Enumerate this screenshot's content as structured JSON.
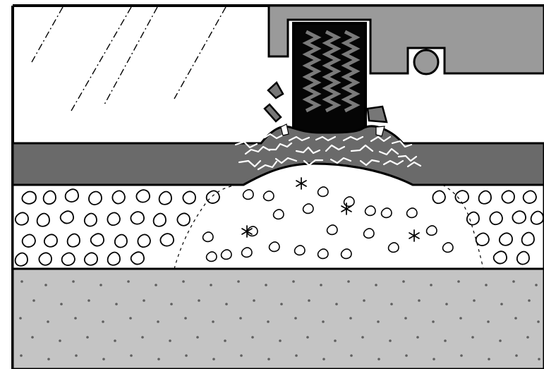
{
  "diagram": {
    "type": "cross-section",
    "colors": {
      "frame": "#000000",
      "background": "#ffffff",
      "upper_dark_gray": "#9a9a9a",
      "seal_dark": "#050505",
      "seal_wave": "#7a7a7a",
      "road_surface": "#6a6a6a",
      "base_layer": "#ffffff",
      "subgrade": "#c4c4c4",
      "subgrade_dots": "#5f5f5f",
      "fragment_fill": "#777777",
      "crack_line": "#ffffff"
    },
    "layers": [
      {
        "id": "white-space"
      },
      {
        "id": "top-structure"
      },
      {
        "id": "asphalt-layer"
      },
      {
        "id": "aggregate-base"
      },
      {
        "id": "subgrade"
      }
    ],
    "icons": {
      "seal_block": "seal-block-icon",
      "round_gasket": "round-gasket-icon",
      "broken_fragments": "broken-fragment-icon",
      "frost_crystal": "snowflake-icon"
    }
  }
}
